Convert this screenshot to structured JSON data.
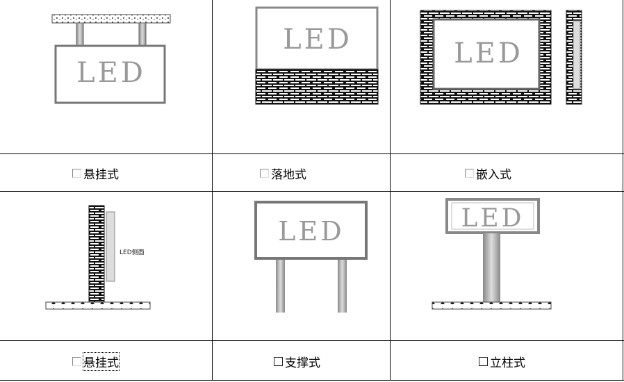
{
  "sign_text": "LED",
  "side_label": "LED侧面",
  "options": [
    {
      "label": "悬挂式",
      "checked": false
    },
    {
      "label": "落地式",
      "checked": false
    },
    {
      "label": "嵌入式",
      "checked": false
    },
    {
      "label": "悬挂式",
      "checked": false
    },
    {
      "label": "支撑式",
      "checked": false
    },
    {
      "label": "立柱式",
      "checked": false
    }
  ]
}
